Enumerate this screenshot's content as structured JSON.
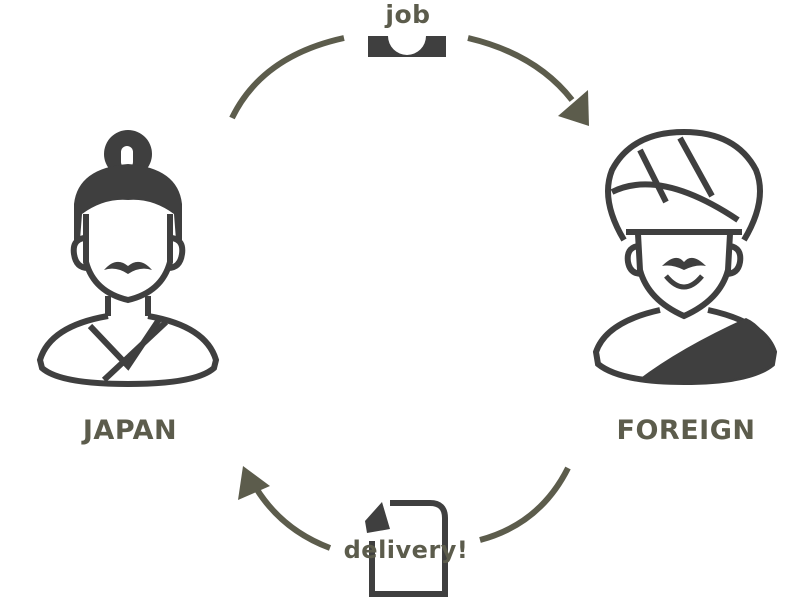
{
  "colors": {
    "figure": "#3f3f3f",
    "accent": "#5c5c4c"
  },
  "labels": {
    "job": "job",
    "delivery": "delivery!",
    "left_person": "JAPAN",
    "right_person": "FOREIGN"
  },
  "icons": {
    "left_person": "samurai-person-icon",
    "right_person": "turban-person-icon",
    "job": "job-card-icon",
    "delivery": "document-icon"
  }
}
